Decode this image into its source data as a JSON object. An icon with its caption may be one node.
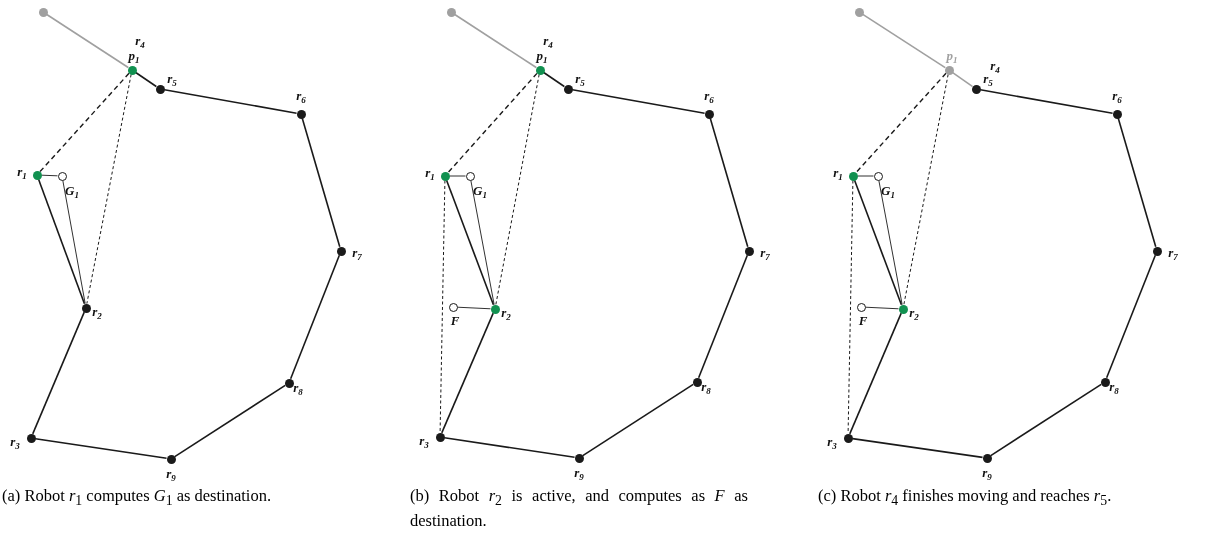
{
  "diagram": {
    "nodes": [
      {
        "text": [],
        "shape": "circle"
      },
      {
        "text": [],
        "shape": "circle",
        "beside": [
          "r$_{4}$",
          "p$_{1}$"
        ]
      },
      {
        "text": [],
        "shape": "circle",
        "beside": [
          "r$_{5}$"
        ]
      },
      {
        "text": [],
        "shape": "circle",
        "beside": [
          "r$_{6}$"
        ]
      },
      {
        "text": [],
        "shape": "circle",
        "beside": [
          "r$_{1}$"
        ]
      },
      {
        "text": [],
        "shape": "circle",
        "beside": [
          "G$_{1}$"
        ]
      },
      {
        "text": [],
        "shape": "circle",
        "beside": [
          "r$_{7}$"
        ]
      },
      {
        "text": [],
        "shape": "circle",
        "beside": [
          "r$_{2}$"
        ]
      },
      {
        "text": [],
        "shape": "circle",
        "beside": [
          "r$_{8}$"
        ]
      },
      {
        "text": [],
        "shape": "circle",
        "beside": [
          "r$_{3}$"
        ]
      },
      {
        "text": [],
        "shape": "circle",
        "beside": [
          "r$_{9}$"
        ]
      },
      {
        "text": [],
        "shape": "circle"
      },
      {
        "text": [],
        "shape": "circle",
        "beside": [
          "r$_{4}$",
          "p$_{1}$"
        ]
      },
      {
        "text": [],
        "shape": "circle",
        "beside": [
          "r$_{5}$"
        ]
      },
      {
        "text": [],
        "shape": "circle",
        "beside": [
          "r$_{6}$"
        ]
      },
      {
        "text": [],
        "shape": "circle",
        "beside": [
          "r$_{1}$"
        ]
      },
      {
        "text": [],
        "shape": "circle",
        "beside": [
          "G$_{1}$"
        ]
      },
      {
        "text": [],
        "shape": "circle",
        "beside": [
          "r$_{7}$"
        ]
      },
      {
        "text": [],
        "shape": "circle",
        "beside": [
          "r$_{2}$"
        ]
      },
      {
        "text": [],
        "shape": "circle",
        "beside": [
          "F"
        ]
      },
      {
        "text": [],
        "shape": "circle",
        "beside": [
          "r$_{8}$"
        ]
      },
      {
        "text": [],
        "shape": "circle",
        "beside": [
          "r$_{3}$"
        ]
      },
      {
        "text": [],
        "shape": "circle",
        "beside": [
          "r$_{9}$"
        ]
      },
      {
        "text": [],
        "shape": "circle"
      },
      {
        "text": [],
        "shape": "circle",
        "beside": [
          "p$_{1}$"
        ]
      },
      {
        "text": [],
        "shape": "circle",
        "beside": [
          "r$_{4}$",
          "r$_{5}$"
        ]
      },
      {
        "text": [],
        "shape": "circle",
        "beside": [
          "r$_{6}$"
        ]
      },
      {
        "text": [],
        "shape": "circle",
        "beside": [
          "r$_{1}$"
        ]
      },
      {
        "text": [],
        "shape": "circle",
        "beside": [
          "G$_{1}$"
        ]
      },
      {
        "text": [],
        "shape": "circle",
        "beside": [
          "r$_{7}$"
        ]
      },
      {
        "text": [],
        "shape": "circle",
        "beside": [
          "r$_{2}$"
        ]
      },
      {
        "text": [],
        "shape": "circle",
        "beside": [
          "F"
        ]
      },
      {
        "text": [],
        "shape": "circle",
        "beside": [
          "r$_{8}$"
        ]
      },
      {
        "text": [],
        "shape": "circle",
        "beside": [
          "r$_{3}$"
        ]
      },
      {
        "text": [],
        "shape": "circle",
        "beside": [
          "r$_{9}$"
        ]
      }
    ],
    "edges": [
      {
        "from": 0,
        "to": 1,
        "arrow": "none",
        "color": "#a0a0a0"
      },
      {
        "from": 1,
        "to": 2,
        "arrow": "none"
      },
      {
        "from": 2,
        "to": 3,
        "arrow": "none"
      },
      {
        "from": 3,
        "to": 6,
        "arrow": "none"
      },
      {
        "from": 6,
        "to": 8,
        "arrow": "none"
      },
      {
        "from": 8,
        "to": 10,
        "arrow": "none"
      },
      {
        "from": 10,
        "to": 9,
        "arrow": "none"
      },
      {
        "from": 9,
        "to": 7,
        "arrow": "none"
      },
      {
        "from": 7,
        "to": 4,
        "arrow": "none"
      },
      {
        "from": 4,
        "to": 5,
        "arrow": "none"
      },
      {
        "from": 5,
        "to": 7,
        "arrow": "none"
      },
      {
        "from": 1,
        "to": 4,
        "arrow": "none",
        "style": "dashed"
      },
      {
        "from": 1,
        "to": 7,
        "arrow": "none",
        "style": "dashed"
      },
      {
        "from": 11,
        "to": 12,
        "arrow": "none",
        "color": "#a0a0a0"
      },
      {
        "from": 12,
        "to": 13,
        "arrow": "none"
      },
      {
        "from": 13,
        "to": 14,
        "arrow": "none"
      },
      {
        "from": 14,
        "to": 17,
        "arrow": "none"
      },
      {
        "from": 17,
        "to": 20,
        "arrow": "none"
      },
      {
        "from": 20,
        "to": 22,
        "arrow": "none"
      },
      {
        "from": 22,
        "to": 21,
        "arrow": "none"
      },
      {
        "from": 21,
        "to": 18,
        "arrow": "none"
      },
      {
        "from": 18,
        "to": 15,
        "arrow": "none"
      },
      {
        "from": 15,
        "to": 16,
        "arrow": "none"
      },
      {
        "from": 16,
        "to": 18,
        "arrow": "none"
      },
      {
        "from": 19,
        "to": 18,
        "arrow": "none"
      },
      {
        "from": 12,
        "to": 15,
        "arrow": "none",
        "style": "dashed"
      },
      {
        "from": 12,
        "to": 18,
        "arrow": "none",
        "style": "dashed"
      },
      {
        "from": 15,
        "to": 21,
        "arrow": "none",
        "style": "dashed"
      },
      {
        "from": 23,
        "to": 24,
        "arrow": "none",
        "color": "#a0a0a0"
      },
      {
        "from": 24,
        "to": 25,
        "arrow": "none",
        "color": "#a0a0a0"
      },
      {
        "from": 25,
        "to": 26,
        "arrow": "none"
      },
      {
        "from": 26,
        "to": 29,
        "arrow": "none"
      },
      {
        "from": 29,
        "to": 32,
        "arrow": "none"
      },
      {
        "from": 32,
        "to": 34,
        "arrow": "none"
      },
      {
        "from": 34,
        "to": 33,
        "arrow": "none"
      },
      {
        "from": 33,
        "to": 30,
        "arrow": "none"
      },
      {
        "from": 30,
        "to": 27,
        "arrow": "none"
      },
      {
        "from": 27,
        "to": 28,
        "arrow": "none"
      },
      {
        "from": 28,
        "to": 30,
        "arrow": "none"
      },
      {
        "from": 31,
        "to": 30,
        "arrow": "none"
      },
      {
        "from": 24,
        "to": 27,
        "arrow": "none",
        "style": "dashed"
      },
      {
        "from": 24,
        "to": 30,
        "arrow": "none",
        "style": "dashed"
      },
      {
        "from": 27,
        "to": 33,
        "arrow": "none",
        "style": "dashed"
      }
    ],
    "labels": [
      "(a) Robot *r*$_{1}$ computes *G*$_{1}$ as destination.",
      "(b) Robot *r*$_{2}$ is active, and computes as *F* as destination.",
      "(c) Robot *r*$_{4}$ finishes moving and reaches *r*$_{5}$."
    ]
  }
}
